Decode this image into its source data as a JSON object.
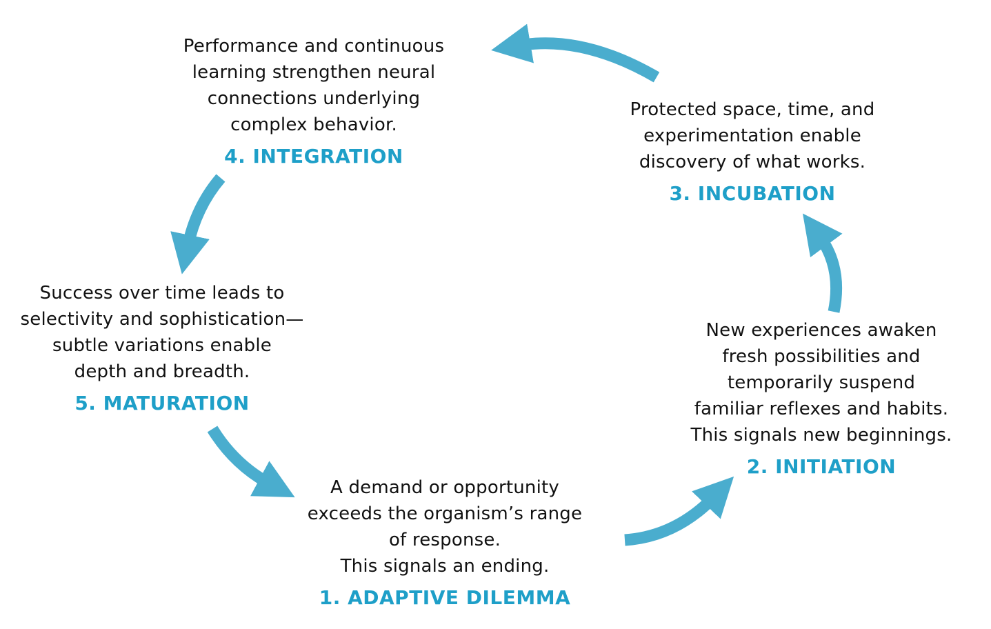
{
  "colors": {
    "background": "#ffffff",
    "text": "#111111",
    "label": "#1E9FC8",
    "arrow": "#4AADCE"
  },
  "diagram": {
    "type": "cycle",
    "stages": [
      {
        "label": "1. ADAPTIVE DILEMMA",
        "description": "A demand or opportunity\nexceeds the organism’s range\nof response.\nThis signals an ending."
      },
      {
        "label": "2. INITIATION",
        "description": "New experiences awaken\nfresh possibilities and\ntemporarily suspend\nfamiliar reflexes and habits.\nThis signals new beginnings."
      },
      {
        "label": "3. INCUBATION",
        "description": "Protected space, time, and\nexperimentation enable\ndiscovery of what works."
      },
      {
        "label": "4. INTEGRATION",
        "description": "Performance and continuous\nlearning strengthen neural\nconnections underlying\ncomplex behavior."
      },
      {
        "label": "5. MATURATION",
        "description": "Success over time leads to\nselectivity and sophistication—\nsubtle variations enable\ndepth and breadth."
      }
    ],
    "arrows": [
      {
        "from": "1. ADAPTIVE DILEMMA",
        "to": "2. INITIATION"
      },
      {
        "from": "2. INITIATION",
        "to": "3. INCUBATION"
      },
      {
        "from": "3. INCUBATION",
        "to": "4. INTEGRATION"
      },
      {
        "from": "4. INTEGRATION",
        "to": "5. MATURATION"
      },
      {
        "from": "5. MATURATION",
        "to": "1. ADAPTIVE DILEMMA"
      }
    ]
  }
}
